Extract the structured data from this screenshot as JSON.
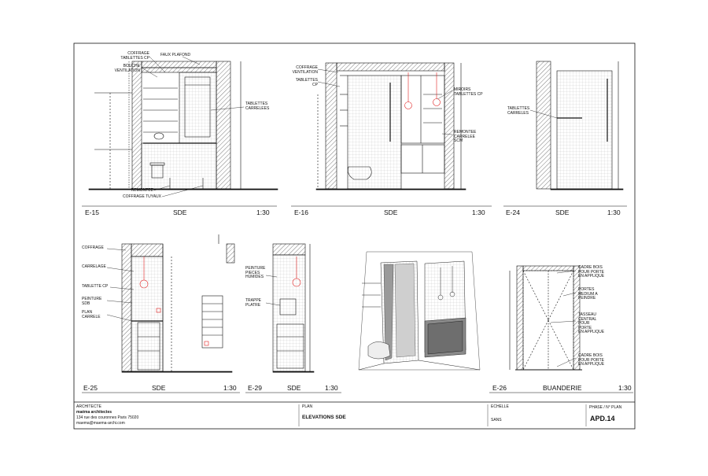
{
  "views": [
    {
      "code": "E-15",
      "room": "SDE",
      "scale": "1:30"
    },
    {
      "code": "E-16",
      "room": "SDE",
      "scale": "1:30"
    },
    {
      "code": "E-24",
      "room": "SDE",
      "scale": "1:30"
    },
    {
      "code": "E-25",
      "room": "SDE",
      "scale": "1:30"
    },
    {
      "code": "E-29",
      "room": "SDE",
      "scale": "1:30"
    },
    {
      "code": "E-26",
      "room": "BUANDERIE",
      "scale": "1:30"
    }
  ],
  "annotations": {
    "e15_coffrage": "COFFRAGE\nTABLETTES CP",
    "e15_faux_plafond": "FAUX PLAFOND",
    "e15_bouche": "BOUCHE\nVENTILATION",
    "e15_tablettes": "TABLETTES\nCARRELEES",
    "e15_remontee": "REMONTEE",
    "e15_coffrage_tuyaux": "COFFRAGE TUYAUX",
    "e16_coffrage": "COFFRAGE\nVENTILATION",
    "e16_tablettes": "TABLETTES\nCP",
    "e16_miroirs": "MIROIRS\nTABLETTES CP",
    "e16_remontee": "REMONTEE\nCARRELEE\nSCM",
    "e24_tablettes": "TABLETTES\nCARRELES",
    "e25_coffrage": "COFFRAGE",
    "e25_carrelage": "CARRELAGE",
    "e25_tablette": "TABLETTE CP",
    "e25_peinture": "PEINTURE\nSDB",
    "e25_plan": "PLAN\nCARRELE",
    "e29_peinture": "PEINTURE\nPIECES\nHUMIDES",
    "e29_trappe": "TRAPPE\nPLATRE",
    "e26_cadre1": "CADRE BOIS\nPOUR PORTE\nEN APPLIQUE",
    "e26_portes": "PORTES\nMEDIUM A\nPEINDRE",
    "e26_tasseau": "TASSEAU\nCENTRAL\nPOUR\nPORTE\nEN APPLIQUE",
    "e26_cadre2": "CADRE BOIS\nPOUR PORTE\nEN APPLIQUE"
  },
  "title_block": {
    "architecte_label": "ARCHITECTE",
    "firm": "maéma architectes",
    "address": "134 rue des couronnes Paris 75020",
    "email": "maema@maema-archi.com",
    "plan_label": "PLAN",
    "plan_title": "ELEVATIONS SDE",
    "echelle_label": "ECHELLE",
    "echelle_value": "SANS",
    "phase_label": "PHASE / N° PLAN",
    "phase_value": "APD.14"
  },
  "colors": {
    "ink": "#111111",
    "accent": "#e02020",
    "hatch": "#555555"
  }
}
